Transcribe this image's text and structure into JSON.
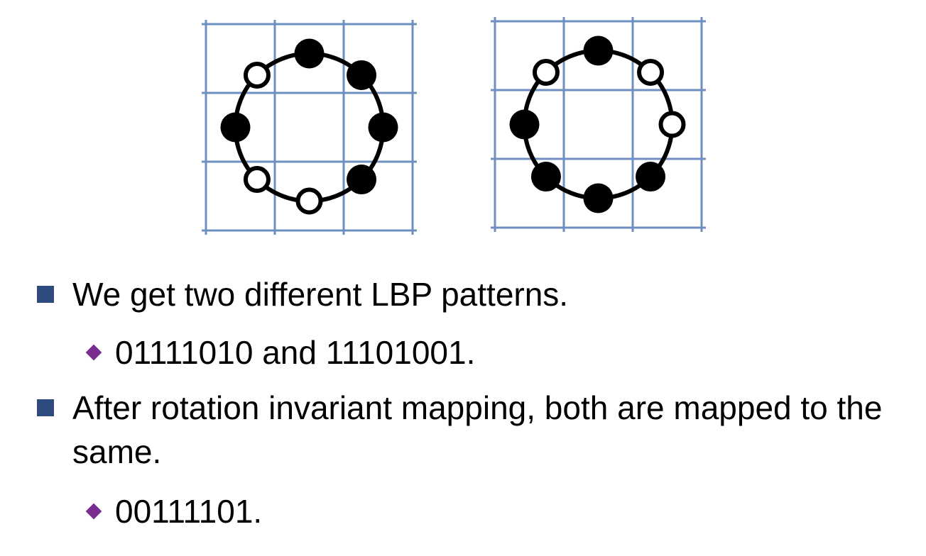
{
  "colors": {
    "grid": "#6f8fc2",
    "circle": "#000000",
    "filled_dot": "#000000",
    "open_dot_fill": "#ffffff",
    "square_bullet": "#2e4a7f",
    "diamond_bullet": "#7b2c8f"
  },
  "patterns": [
    {
      "label": "01111010",
      "dots": [
        1,
        1,
        1,
        1,
        0,
        0,
        1,
        0
      ]
    },
    {
      "label": "11101001",
      "dots": [
        1,
        0,
        0,
        1,
        1,
        1,
        1,
        0
      ]
    }
  ],
  "bullets": {
    "b1": "We get two different LBP patterns.",
    "b2": "01111010 and 11101001.",
    "b3": "After rotation invariant mapping, both are mapped to the same.",
    "b4": "00111101."
  }
}
